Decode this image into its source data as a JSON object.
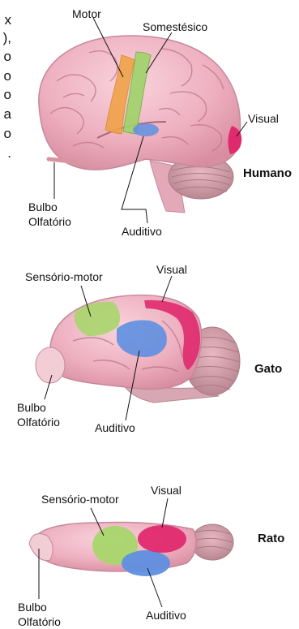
{
  "left_fragments": [
    "x",
    "),",
    "o",
    "o",
    "o",
    "a",
    "o",
    "."
  ],
  "panels": [
    {
      "species": "Humano",
      "labels": {
        "motor": "Motor",
        "somatosensory": "Somestésico",
        "visual": "Visual",
        "olfactory": "Bulbo\nOlfatório",
        "auditory": "Auditivo"
      }
    },
    {
      "species": "Gato",
      "labels": {
        "sensorimotor": "Sensório-motor",
        "visual": "Visual",
        "olfactory": "Bulbo\nOlfatório",
        "auditory": "Auditivo"
      }
    },
    {
      "species": "Rato",
      "labels": {
        "sensorimotor": "Sensório-motor",
        "visual": "Visual",
        "olfactory": "Bulbo\nOlfatório",
        "auditory": "Auditivo"
      }
    }
  ],
  "colors": {
    "brain": "#efb7c5",
    "brain_shade": "#d98ea3",
    "motor": "#f0a24a",
    "somatosensory": "#9fd36a",
    "sensorimotor": "#a8d66b",
    "auditory": "#5f8fe0",
    "visual": "#e02a6e"
  }
}
